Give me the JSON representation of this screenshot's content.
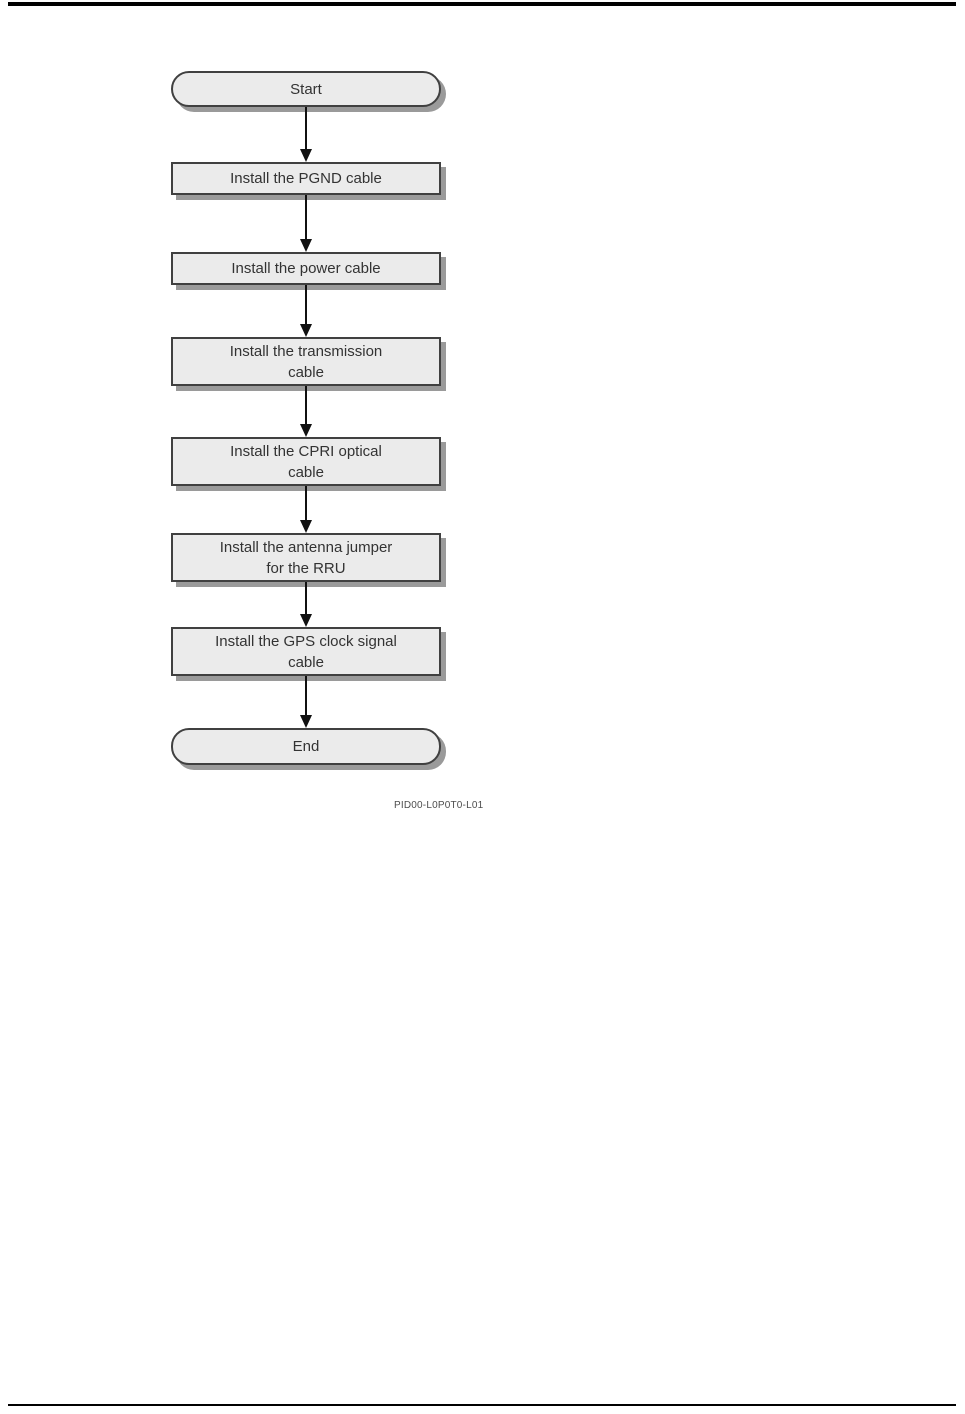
{
  "figure": {
    "id_label": "PID00-L0P0T0-L01"
  },
  "flowchart": {
    "type": "flowchart",
    "direction": "top-to-bottom",
    "nodes": [
      {
        "id": "start",
        "shape": "terminator",
        "label": "Start"
      },
      {
        "id": "install-pgnd-cable",
        "shape": "process",
        "label": "Install the PGND cable"
      },
      {
        "id": "install-power-cable",
        "shape": "process",
        "label": "Install the power cable"
      },
      {
        "id": "install-transmission-cable",
        "shape": "process",
        "label": "Install the transmission\ncable"
      },
      {
        "id": "install-cpri-optical-cable",
        "shape": "process",
        "label": "Install the CPRI optical\ncable"
      },
      {
        "id": "install-antenna-jumper",
        "shape": "process",
        "label": "Install the antenna jumper\nfor the RRU"
      },
      {
        "id": "install-gps-clock-signal-cable",
        "shape": "process",
        "label": "Install the GPS clock signal\ncable"
      },
      {
        "id": "end",
        "shape": "terminator",
        "label": "End"
      }
    ],
    "edges": [
      {
        "from": "start",
        "to": "install-pgnd-cable"
      },
      {
        "from": "install-pgnd-cable",
        "to": "install-power-cable"
      },
      {
        "from": "install-power-cable",
        "to": "install-transmission-cable"
      },
      {
        "from": "install-transmission-cable",
        "to": "install-cpri-optical-cable"
      },
      {
        "from": "install-cpri-optical-cable",
        "to": "install-antenna-jumper"
      },
      {
        "from": "install-antenna-jumper",
        "to": "install-gps-clock-signal-cable"
      },
      {
        "from": "install-gps-clock-signal-cable",
        "to": "end"
      }
    ]
  },
  "colors": {
    "node_fill": "#ebebeb",
    "node_border": "#404040",
    "node_shadow": "#9a9a9a",
    "arrow": "#111111",
    "text": "#333333",
    "rule": "#000000"
  }
}
